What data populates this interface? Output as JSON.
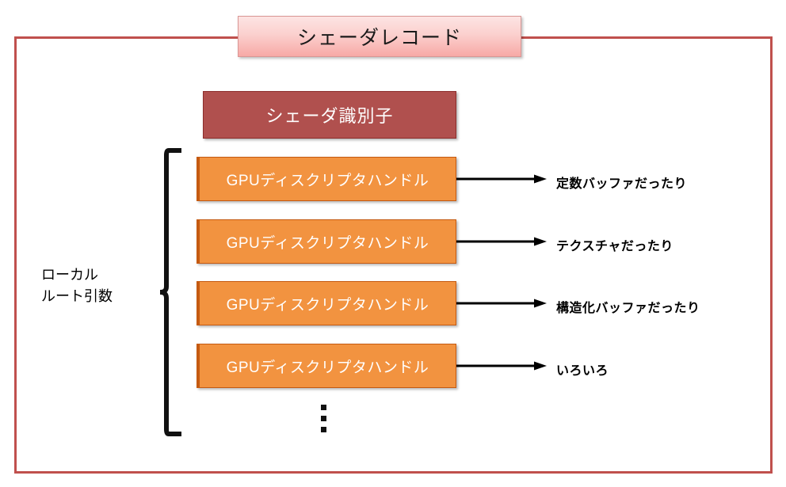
{
  "diagram": {
    "title": "シェーダレコード",
    "shader_identifier": "シェーダ識別子",
    "left_label": {
      "line1": "ローカル",
      "line2": "ルート引数"
    },
    "handles": [
      {
        "label": "GPUディスクリプタハンドル",
        "annotation": "定数バッファだったり"
      },
      {
        "label": "GPUディスクリプタハンドル",
        "annotation": "テクスチャだったり"
      },
      {
        "label": "GPUディスクリプタハンドル",
        "annotation": "構造化バッファだったり"
      },
      {
        "label": "GPUディスクリプタハンドル",
        "annotation": "いろいろ"
      }
    ],
    "continuation": "⋮",
    "colors": {
      "frame_border": "#c0504d",
      "title_fill_top": "#fde4e3",
      "title_fill_bottom": "#f7a9a6",
      "title_border": "#d99694",
      "shader_id_fill": "#b0504e",
      "shader_id_border": "#8d2d2b",
      "handle_fill": "#f29340",
      "handle_border": "#c55a11",
      "arrow": "#000000",
      "text_dark": "#000000",
      "text_light": "#ffffff"
    }
  }
}
